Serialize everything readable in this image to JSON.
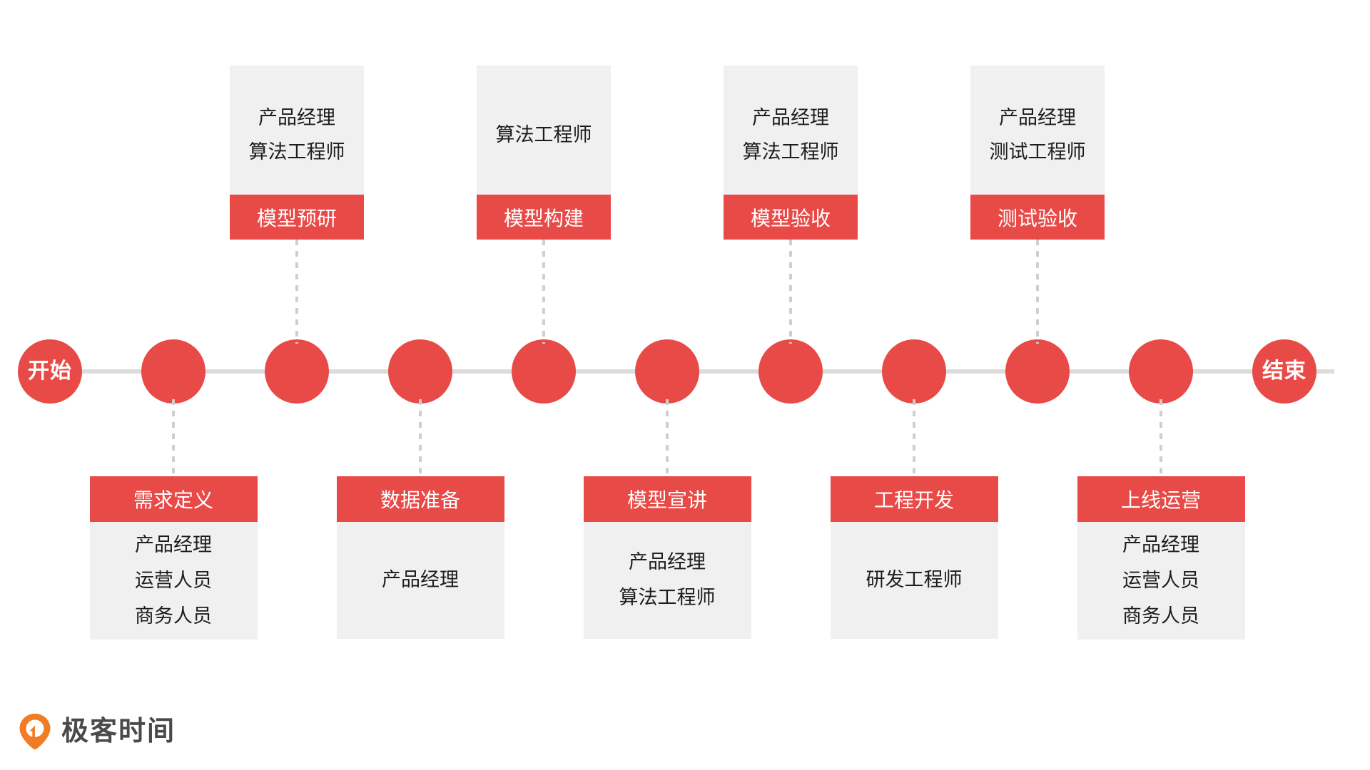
{
  "theme": {
    "accent": "#E84A47",
    "panel": "#F0F0F0",
    "axis": "#DCDCDC",
    "connector": "#CFCFCF",
    "text": "#1D1D1D",
    "logo_orange": "#F07C24",
    "logo_text": "#4A4A4A"
  },
  "timeline": {
    "start_label": "开始",
    "end_label": "结束",
    "node_count": 11
  },
  "top_cards": [
    {
      "label": "模型预研",
      "roles": [
        "产品经理",
        "算法工程师"
      ]
    },
    {
      "label": "模型构建",
      "roles": [
        "算法工程师"
      ]
    },
    {
      "label": "模型验收",
      "roles": [
        "产品经理",
        "算法工程师"
      ]
    },
    {
      "label": "测试验收",
      "roles": [
        "产品经理",
        "测试工程师"
      ]
    }
  ],
  "bottom_cards": [
    {
      "label": "需求定义",
      "roles": [
        "产品经理",
        "运营人员",
        "商务人员"
      ]
    },
    {
      "label": "数据准备",
      "roles": [
        "产品经理"
      ]
    },
    {
      "label": "模型宣讲",
      "roles": [
        "产品经理",
        "算法工程师"
      ]
    },
    {
      "label": "工程开发",
      "roles": [
        "研发工程师"
      ]
    },
    {
      "label": "上线运营",
      "roles": [
        "产品经理",
        "运营人员",
        "商务人员"
      ]
    }
  ],
  "logo": {
    "name": "极客时间",
    "icon": "location-pin-icon"
  }
}
